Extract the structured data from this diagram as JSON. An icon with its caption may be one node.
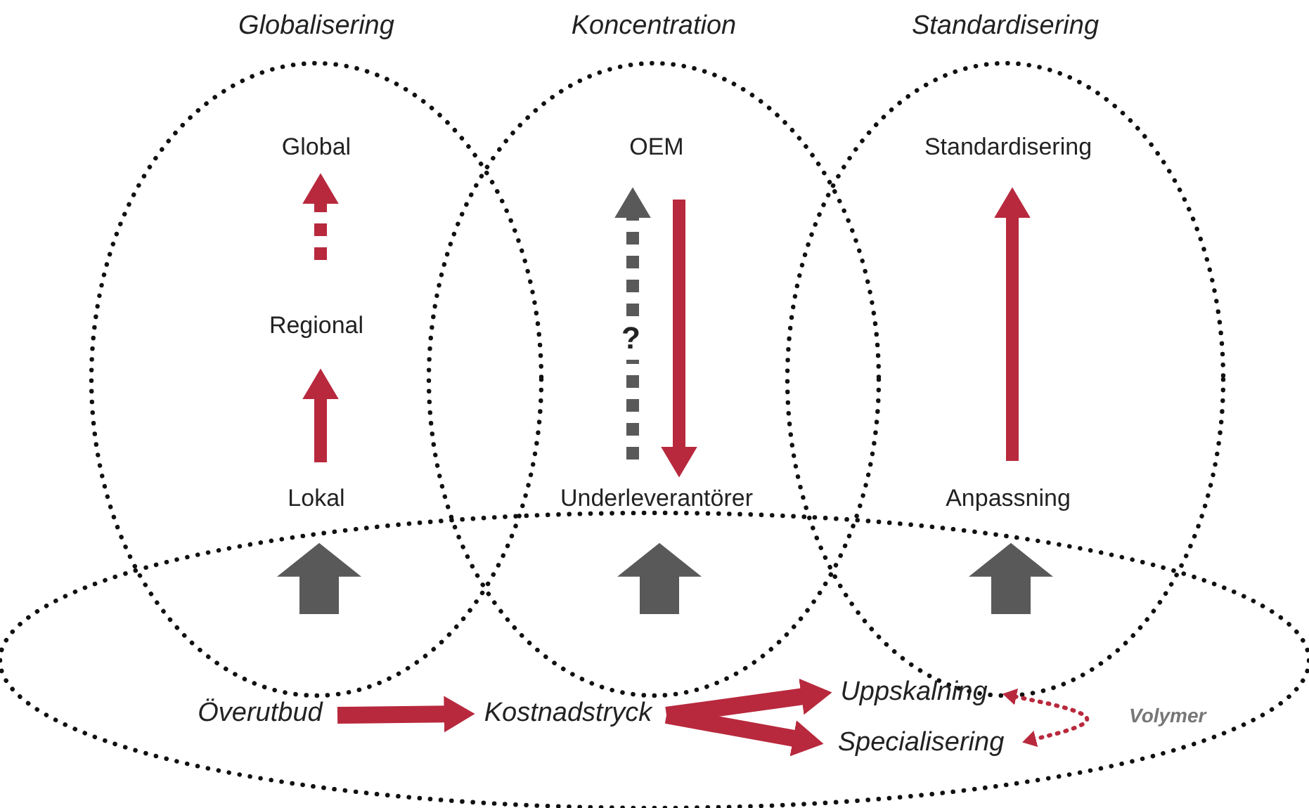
{
  "diagram": {
    "nodes": [
      {
        "text": [
          "Globalisering"
        ]
      },
      {
        "text": [
          "Koncentration"
        ]
      },
      {
        "text": [
          "Standardisering"
        ]
      },
      {
        "text": [],
        "shape": "circle"
      },
      {
        "text": [
          "Global"
        ],
        "in": 0
      },
      {
        "text": [
          "Regional"
        ],
        "in": 0
      },
      {
        "text": [
          "Lokal"
        ],
        "in": 0
      },
      {
        "text": [
          "OEM"
        ],
        "in": 1
      },
      {
        "text": [
          "Underleverantörer"
        ],
        "in": 1
      },
      {
        "text": [
          "Standardisering"
        ],
        "in": 2
      },
      {
        "text": [
          "Anpassning"
        ],
        "in": 2
      },
      {
        "text": [
          "Överutbud"
        ],
        "in": 3
      },
      {
        "text": [
          "Kostnadstryck"
        ],
        "in": 3
      },
      {
        "text": [
          "Uppskalning"
        ],
        "in": 3
      },
      {
        "text": [
          "Specialisering"
        ],
        "in": 3
      }
    ],
    "edges": [
      {
        "from": 6,
        "to": 5,
        "arrow": "to"
      },
      {
        "from": 5,
        "to": 4,
        "arrow": "to",
        "style": "dashed"
      },
      {
        "from": 8,
        "to": 7,
        "arrow": "to",
        "style": "dashed",
        "color": "#595959",
        "label": "?"
      },
      {
        "from": 7,
        "to": 8,
        "arrow": "to"
      },
      {
        "from": 10,
        "to": 9,
        "arrow": "to"
      },
      {
        "from": null,
        "to": 6,
        "arrow": "to",
        "style": "thick",
        "color": "#595959"
      },
      {
        "from": null,
        "to": 8,
        "arrow": "to",
        "style": "thick",
        "color": "#595959"
      },
      {
        "from": null,
        "to": 10,
        "arrow": "to",
        "style": "thick",
        "color": "#595959"
      },
      {
        "from": 11,
        "to": 12,
        "arrow": "to"
      },
      {
        "from": 12,
        "to": 13,
        "arrow": "to"
      },
      {
        "from": 12,
        "to": 14,
        "arrow": "to"
      },
      {
        "from": 13,
        "to": 14,
        "arrow": "both",
        "style": "dashed",
        "label": "Volymer"
      }
    ]
  }
}
